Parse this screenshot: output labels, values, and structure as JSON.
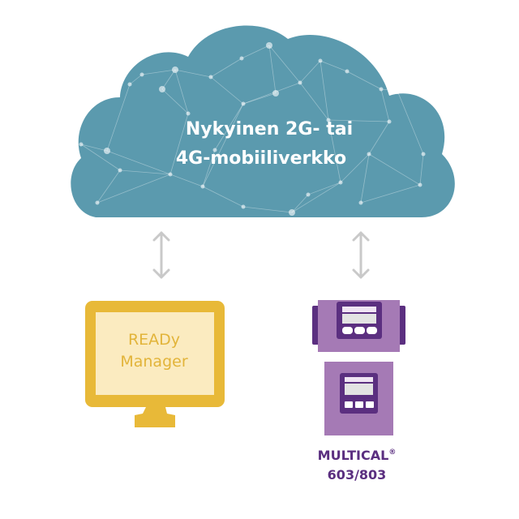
{
  "cloud": {
    "line1": "Nykyinen 2G- tai",
    "line2": "4G-mobiiliverkko"
  },
  "monitor": {
    "line1": "READy",
    "line2": "Manager"
  },
  "meter": {
    "name": "MULTICAL",
    "registered": "®",
    "model": "603/803"
  },
  "colors": {
    "cloud": "#5b9aae",
    "monitor_frame": "#e8b938",
    "monitor_screen": "#fbebc0",
    "meter_body": "#a57ab5",
    "meter_dark": "#5b2f80",
    "arrow": "#c9c9c9"
  }
}
